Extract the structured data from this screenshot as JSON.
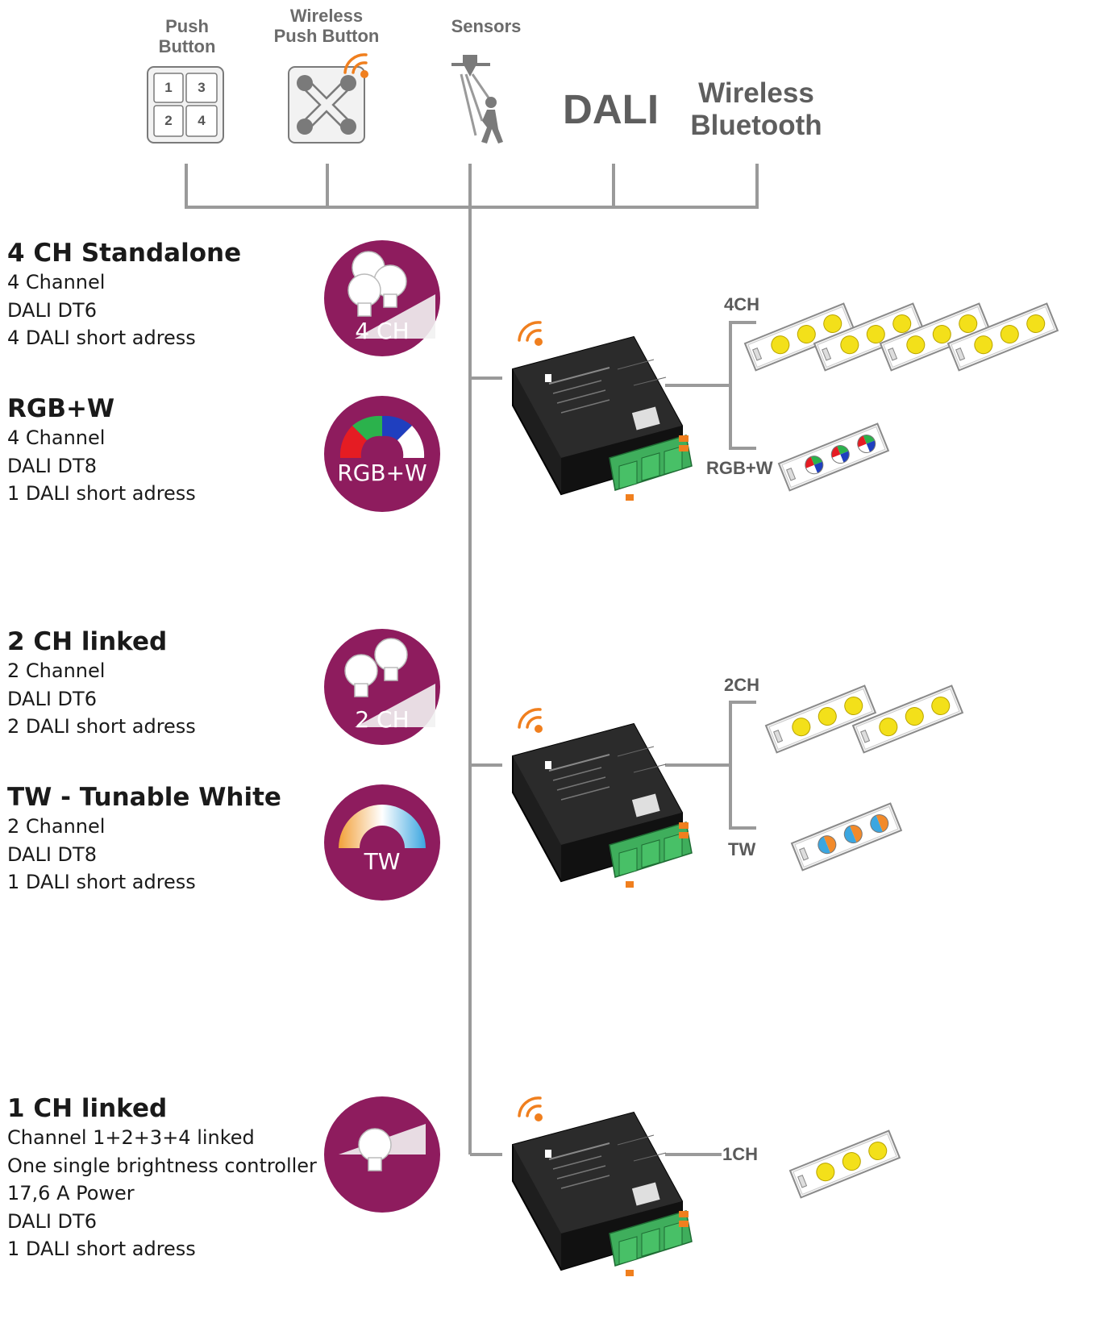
{
  "inputs": {
    "push_button": "Push Button",
    "wireless_push_button_l1": "Wireless",
    "wireless_push_button_l2": "Push Button",
    "sensors": "Sensors",
    "dali": "DALI",
    "wireless_bluetooth_l1": "Wireless",
    "wireless_bluetooth_l2": "Bluetooth",
    "keypad_keys": [
      "1",
      "3",
      "2",
      "4"
    ]
  },
  "modes": [
    {
      "title": "4 CH Standalone",
      "lines": [
        "4 Channel",
        "DALI DT6",
        "4 DALI short adress"
      ],
      "badge": "4 CH"
    },
    {
      "title": "RGB+W",
      "lines": [
        "4 Channel",
        "DALI DT8",
        "1 DALI short adress"
      ],
      "badge": "RGB+W"
    },
    {
      "title": "2 CH linked",
      "lines": [
        "2 Channel",
        "DALI DT6",
        "2 DALI short adress"
      ],
      "badge": "2 CH"
    },
    {
      "title": "TW - Tunable White",
      "lines": [
        "2 Channel",
        "DALI DT8",
        "1 DALI short adress"
      ],
      "badge": "TW"
    },
    {
      "title": "1 CH linked",
      "lines": [
        "Channel 1+2+3+4 linked",
        "One single  brightness controller",
        "17,6 A Power",
        "DALI DT6",
        "1 DALI short adress"
      ],
      "badge": ""
    }
  ],
  "outputs": {
    "ch4": "4CH",
    "rgbw": "RGB+W",
    "ch2": "2CH",
    "tw": "TW",
    "ch1": "1CH"
  },
  "colors": {
    "badge_purple": "#8e1c5e",
    "wire_gray": "#9a9a9a",
    "wifi_orange": "#f07f1e",
    "led_yellow": "#f3e01a",
    "terminal_green": "#3fae5c"
  }
}
